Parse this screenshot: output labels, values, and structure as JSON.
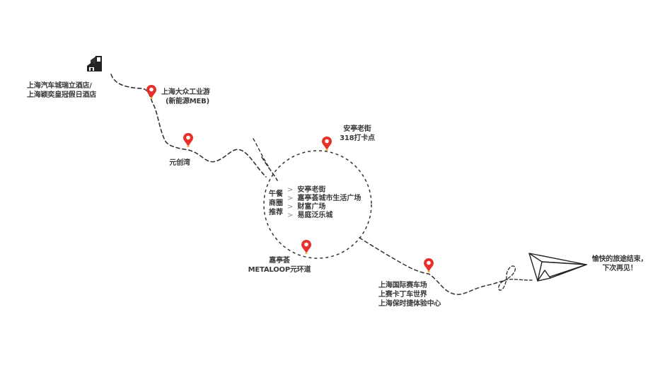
{
  "colors": {
    "pin": "#e8302a",
    "pin_tip": "#f0b43c",
    "path": "#333333",
    "text": "#3a3a3a"
  },
  "start": {
    "icon": "hotel-building-icon",
    "lines": [
      "上海汽车城瑞立酒店/",
      "上海颖奕皇冠假日酒店"
    ]
  },
  "stops": [
    {
      "id": "vw-factory",
      "icon": "map-pin-icon",
      "lines": [
        "上海大众工业游",
        "(新能源MEB)"
      ]
    },
    {
      "id": "yuanchuangwan",
      "icon": "map-pin-icon",
      "lines": [
        "元创湾"
      ]
    },
    {
      "id": "anting-oldstreet",
      "icon": "map-pin-icon",
      "lines": [
        "安亭老街",
        "318打卡点"
      ]
    },
    {
      "id": "jiatingwan",
      "icon": "map-pin-icon",
      "lines": [
        "嘉亭荟",
        "METALOOP元环道"
      ]
    },
    {
      "id": "circuit",
      "icon": "map-pin-icon",
      "lines": [
        "上海国际赛车场",
        "上赛卡丁车世界",
        "上海保时捷体验中心"
      ]
    }
  ],
  "lunch": {
    "title_lines": [
      "午餐",
      "商圈",
      "推荐"
    ],
    "arrow": ">",
    "items": [
      "安亭老街",
      "嘉亭荟城市生活广场",
      "财富广场",
      "易庭泛乐城"
    ]
  },
  "end": {
    "icon": "paper-plane-icon",
    "lines": [
      "愉快的旅途结束，",
      "下次再见！"
    ]
  }
}
